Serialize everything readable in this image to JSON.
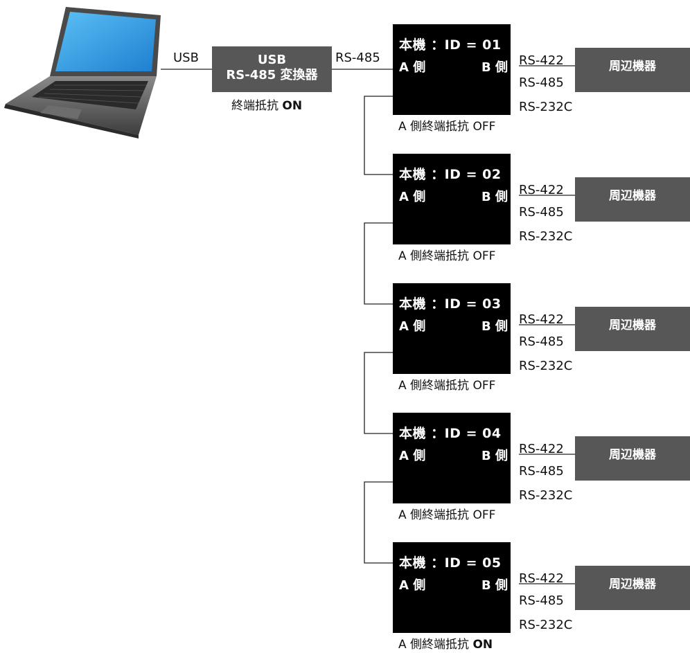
{
  "pc_link_label": "USB",
  "converter": {
    "line1": "USB",
    "line2": "RS-485 変換器",
    "termination_label": "終端抵抗",
    "termination_state": "ON"
  },
  "bus_label": "RS-485",
  "units": [
    {
      "title": "本機 ：ID = 01",
      "a_side": "A 側",
      "b_side": "B 側",
      "ports": [
        "RS-422",
        "RS-485",
        "RS-232C"
      ],
      "peripheral": "周辺機器",
      "termination_label": "A 側終端抵抗",
      "termination_state": "OFF"
    },
    {
      "title": "本機 ：ID = 02",
      "a_side": "A 側",
      "b_side": "B 側",
      "ports": [
        "RS-422",
        "RS-485",
        "RS-232C"
      ],
      "peripheral": "周辺機器",
      "termination_label": "A 側終端抵抗",
      "termination_state": "OFF"
    },
    {
      "title": "本機 ：ID = 03",
      "a_side": "A 側",
      "b_side": "B 側",
      "ports": [
        "RS-422",
        "RS-485",
        "RS-232C"
      ],
      "peripheral": "周辺機器",
      "termination_label": "A 側終端抵抗",
      "termination_state": "OFF"
    },
    {
      "title": "本機 ：ID = 04",
      "a_side": "A 側",
      "b_side": "B 側",
      "ports": [
        "RS-422",
        "RS-485",
        "RS-232C"
      ],
      "peripheral": "周辺機器",
      "termination_label": "A 側終端抵抗",
      "termination_state": "OFF"
    },
    {
      "title": "本機 ：ID = 05",
      "a_side": "A 側",
      "b_side": "B 側",
      "ports": [
        "RS-422",
        "RS-485",
        "RS-232C"
      ],
      "peripheral": "周辺機器",
      "termination_label": "A 側終端抵抗",
      "termination_state": "ON"
    }
  ],
  "colors": {
    "unit_fill": "#000000",
    "device_fill": "#575757",
    "wire": "#222222",
    "screen": "#2f9be6"
  },
  "icons": [
    "laptop-icon"
  ]
}
